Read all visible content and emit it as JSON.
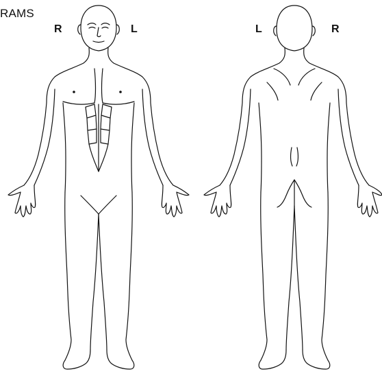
{
  "header": {
    "title": "RAMS"
  },
  "front_view": {
    "left_side_label": "R",
    "right_side_label": "L"
  },
  "back_view": {
    "left_side_label": "L",
    "right_side_label": "R"
  },
  "colors": {
    "line": "#111111",
    "background": "#ffffff"
  }
}
